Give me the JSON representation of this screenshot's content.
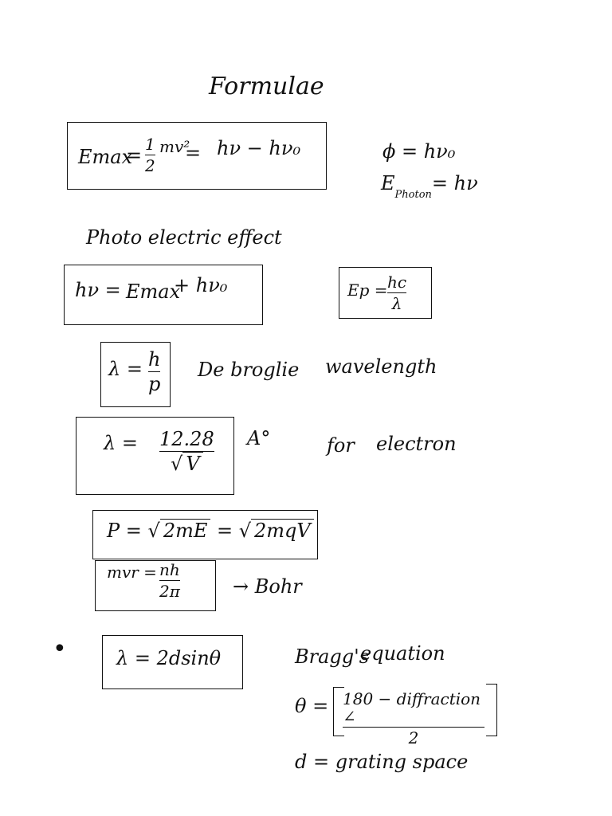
{
  "title": "Formulae",
  "f1": {
    "lhs": "Emax",
    "eq1": "=",
    "half_num": "1",
    "half_den": "2",
    "mv": "mv²",
    "eq2": "=",
    "rhs": "hν − hν₀"
  },
  "side1": {
    "phi": "ϕ = hν₀",
    "ephoton_e": "E",
    "ephoton_sub": "Photon",
    "ephoton_rhs": "= hν"
  },
  "photoelectric_label": "Photo electric effect",
  "f2": {
    "text_a": "hν =",
    "text_b": "Emax",
    "text_c": "+ hν₀"
  },
  "f3": {
    "lhs": "Ep =",
    "num": "hc",
    "den": "λ"
  },
  "f4": {
    "lhs": "λ =",
    "num": "h",
    "den": "p",
    "label_a": "De broglie",
    "label_b": "wavelength"
  },
  "f5": {
    "lhs": "λ =",
    "num": "12.28",
    "den": "V",
    "unit": "A°",
    "label_a": "for",
    "label_b": "electron"
  },
  "f6": {
    "text_a": "P =",
    "root_a": "2mE",
    "text_b": "=",
    "root_b": "2mqV"
  },
  "f7": {
    "lhs": "mvr =",
    "num": "nh",
    "den": "2π",
    "label": "→ Bohr"
  },
  "f8": {
    "text": "λ = 2dsinθ",
    "label_a": "Bragg's",
    "label_b": "equation"
  },
  "theta": {
    "lhs": "θ =",
    "num": "180 − diffraction ∠",
    "den": "2"
  },
  "dnote": "d = grating space",
  "bullet": "•"
}
